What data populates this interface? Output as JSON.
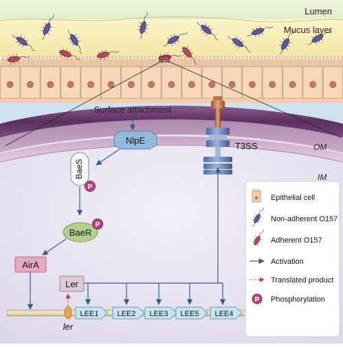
{
  "regions": {
    "lumen": "Lumen",
    "mucus_layer": "Mucus layer",
    "outer_membrane": "OM",
    "inner_membrane": "IM"
  },
  "nodes": {
    "surface_attachment": "Surface attachment",
    "nlpe": "NlpE",
    "baes": "BaeS",
    "baer": "BaeR",
    "aira": "AirA",
    "ler_protein": "Ler",
    "ler_gene": "ler",
    "t3ss": "T3SS",
    "phospho_mark": "P"
  },
  "operons": [
    "LEE1",
    "LEE2",
    "LEE3",
    "LEE5",
    "LEE4"
  ],
  "legend": {
    "items": [
      {
        "icon": "epithelial-cell-icon",
        "label": "Epithelial cell"
      },
      {
        "icon": "non-adherent-bacterium-icon",
        "label": "Non-adherent O157"
      },
      {
        "icon": "adherent-bacterium-icon",
        "label": "Adherent O157"
      },
      {
        "icon": "activation-arrow-icon",
        "label": "Activation"
      },
      {
        "icon": "translated-product-arrow-icon",
        "label": "Translated product"
      },
      {
        "icon": "phosphorylation-icon",
        "label": "Phosphorylation"
      }
    ]
  },
  "colors": {
    "lumen": "#e4efcf",
    "mucus": "#f7efb8",
    "epithelium": "#f3cfae",
    "nucleus": "#c6756a",
    "bacterium_non_adherent": "#5a5a9a",
    "bacterium_adherent": "#b24a5e",
    "activation": "#2d5f95",
    "translated": "#cc3333",
    "outer_membrane": "#6b3a6e",
    "inner_membrane": "#a876a2",
    "cytoplasm": "#ece8f3",
    "nlpe": "#8fbad9",
    "baer": "#b4cf88",
    "aira": "#e6a9be",
    "ler": "#ddc8d5",
    "operon": "#c6e3f0",
    "phospho": "#b6457f"
  }
}
